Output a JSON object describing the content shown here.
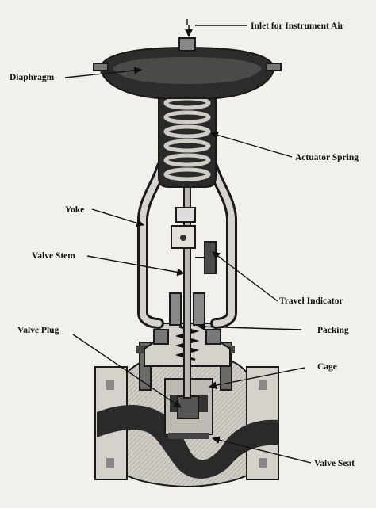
{
  "labels": {
    "inlet": "Inlet for Instrument Air",
    "diaphragm": "Diaphragm",
    "actuator_spring": "Actuator Spring",
    "yoke": "Yoke",
    "valve_stem": "Valve Stem",
    "travel_indicator": "Travel Indicator",
    "valve_plug": "Valve Plug",
    "packing": "Packing",
    "cage": "Cage",
    "valve_seat": "Valve Seat"
  },
  "colors": {
    "background": "#f2f0ea",
    "body_metal": "#cfcdc6",
    "dark_section": "#2a2a2a",
    "outline": "#1a1a1a"
  }
}
